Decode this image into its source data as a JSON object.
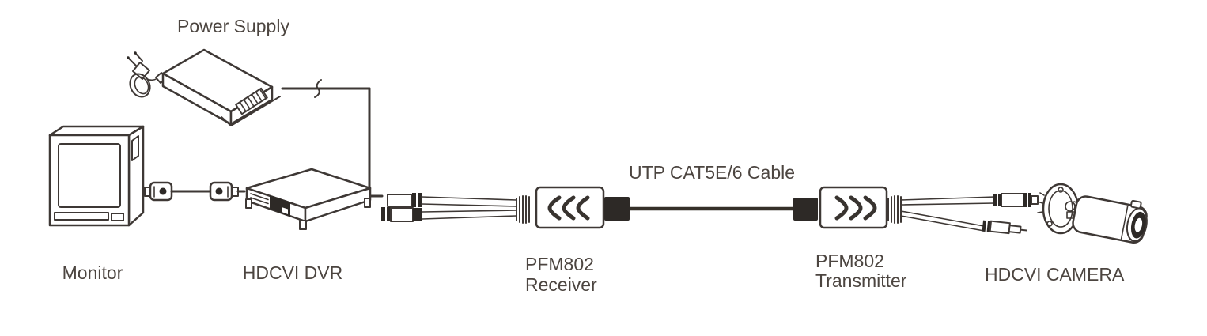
{
  "diagram": {
    "kind": "device-connection-diagram"
  },
  "nodes": {
    "power_supply": {
      "label": "Power Supply"
    },
    "monitor": {
      "label": "Monitor"
    },
    "dvr": {
      "label": "HDCVI DVR"
    },
    "receiver": {
      "label_line1": "PFM802",
      "label_line2": "Receiver"
    },
    "utp_cable": {
      "label": "UTP CAT5E/6 Cable"
    },
    "transmitter": {
      "label_line1": "PFM802",
      "label_line2": "Transmitter"
    },
    "camera": {
      "label": "HDCVI CAMERA"
    }
  },
  "icons": {
    "receiver_arrows": "triple-chevron-left",
    "transmitter_arrows": "triple-chevron-right",
    "cable_break_mark": "s-break"
  },
  "colors": {
    "line": "#3e3835",
    "text": "#4c4540",
    "connector_fill": "#2d2926",
    "background": "#ffffff"
  }
}
